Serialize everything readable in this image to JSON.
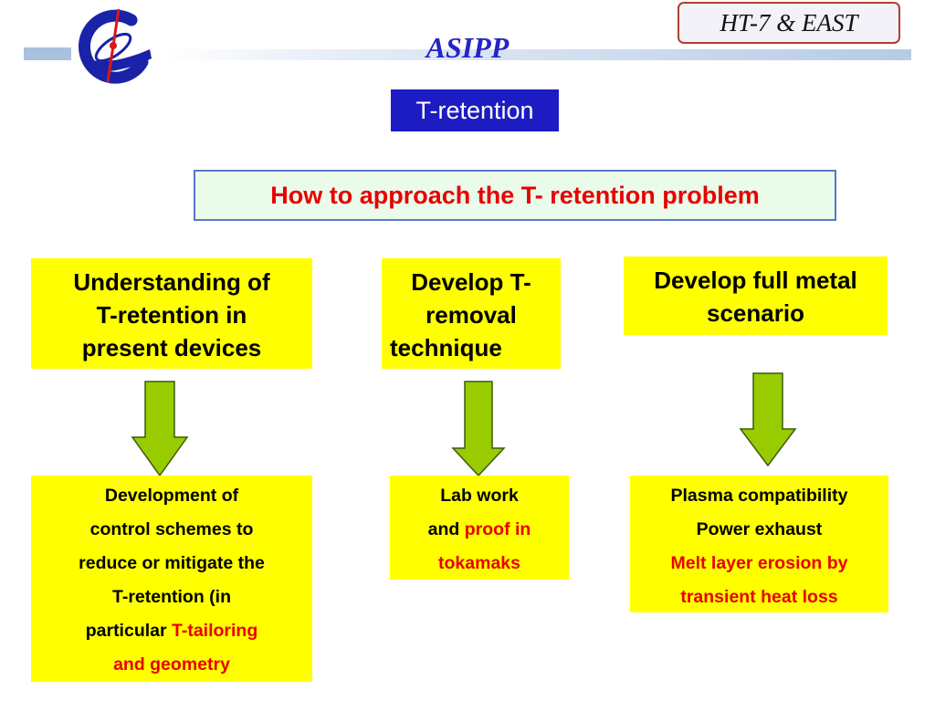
{
  "header": {
    "brand": "ASIPP",
    "project_badge": "HT-7 & EAST",
    "topic_title": "T-retention"
  },
  "question": "How to approach the T- retention problem",
  "approaches": [
    {
      "lines": [
        "Understanding of",
        "T-retention in",
        "present devices"
      ]
    },
    {
      "lines": [
        "Develop T-",
        "removal",
        "technique"
      ]
    },
    {
      "lines": [
        "Develop full metal",
        "scenario"
      ]
    }
  ],
  "outcomes": [
    {
      "lines": [
        {
          "text": "Development of"
        },
        {
          "text": "control schemes to"
        },
        {
          "text": "reduce or mitigate the"
        },
        {
          "text": "T-retention (in"
        },
        {
          "text": "particular ",
          "highlight": "T-tailoring"
        },
        {
          "highlight": "and geometry"
        }
      ]
    },
    {
      "lines": [
        {
          "text": "Lab work"
        },
        {
          "text": "and ",
          "highlight": "proof in"
        },
        {
          "highlight": "tokamaks"
        }
      ]
    },
    {
      "lines": [
        {
          "text": "Plasma compatibility"
        },
        {
          "text": "Power exhaust"
        },
        {
          "highlight": "Melt layer erosion by"
        },
        {
          "highlight": "transient heat loss"
        }
      ]
    }
  ],
  "colors": {
    "accent_blue": "#1c1cc2",
    "box_yellow": "#ffff00",
    "highlight_red": "#e80000",
    "arrow_green": "#99cc00"
  }
}
